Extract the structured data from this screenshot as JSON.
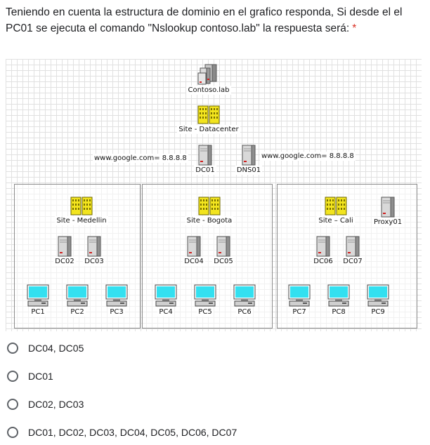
{
  "question": {
    "text": "Teniendo en cuenta la estructura de dominio en el grafico responda, Si desde el el PC01 se ejecuta el comando \"Nslookup contoso.lab\" la respuesta será:",
    "required_mark": "*",
    "required_color": "#d93025"
  },
  "diagram": {
    "forest_label": "Contoso.lab",
    "datacenter_label": "Site - Datacenter",
    "dc01_label": "DC01",
    "dns01_label": "DNS01",
    "dc01_note": "www.google.com= 8.8.8.8",
    "dns01_note": "www.google.com= 8.8.8.8",
    "sites": [
      {
        "site_label": "Site - Medellin",
        "dcs": [
          "DC02",
          "DC03"
        ],
        "pcs": [
          "PC1",
          "PC2",
          "PC3"
        ],
        "extra": ""
      },
      {
        "site_label": "Site - Bogota",
        "dcs": [
          "DC04",
          "DC05"
        ],
        "pcs": [
          "PC4",
          "PC5",
          "PC6"
        ],
        "extra": ""
      },
      {
        "site_label": "Site – Cali",
        "dcs": [
          "DC06",
          "DC07"
        ],
        "pcs": [
          "PC7",
          "PC8",
          "PC9"
        ],
        "extra": "Proxy01"
      }
    ]
  },
  "options": [
    {
      "label": "DC04, DC05"
    },
    {
      "label": "DC01"
    },
    {
      "label": "DC02, DC03"
    },
    {
      "label": "DC01, DC02, DC03, DC04, DC05, DC06, DC07"
    }
  ]
}
